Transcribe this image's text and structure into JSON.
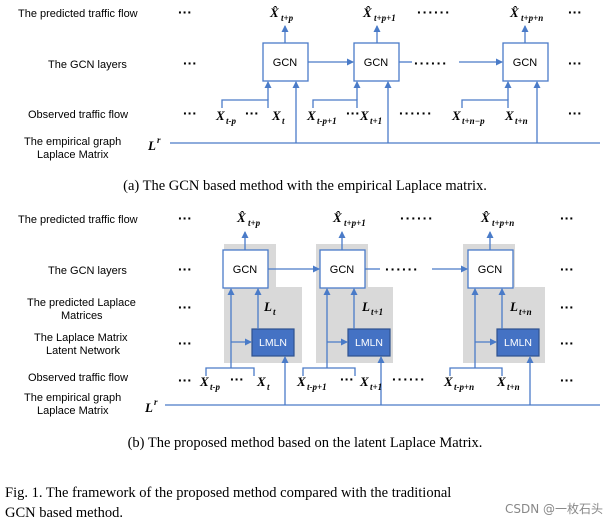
{
  "part_a": {
    "rows": {
      "predicted": "The predicted traffic flow",
      "gcn": "The GCN layers",
      "observed": "Observed traffic flow",
      "graph_line1": "The empirical graph",
      "graph_line2": "Laplace Matrix"
    },
    "outputs": [
      "t+p",
      "t+p+1",
      "t+p+n"
    ],
    "inputs": [
      {
        "a": "t-p",
        "b": "t"
      },
      {
        "a": "t-p+1",
        "b": "t+1"
      },
      {
        "a": "t+n−p",
        "b": "t+n"
      }
    ],
    "gcn_label": "GCN",
    "laplace_symbol": "L",
    "laplace_sup": "r",
    "caption": "(a)  The GCN based method with the empirical Laplace matrix."
  },
  "part_b": {
    "rows": {
      "predicted": "The predicted traffic flow",
      "gcn": "The GCN layers",
      "pred_lap_line1": "The predicted Laplace",
      "pred_lap_line2": "Matrices",
      "latent_line1": "The Laplace Matrix",
      "latent_line2": "Latent Network",
      "observed": "Observed traffic flow",
      "graph_line1": "The empirical graph",
      "graph_line2": "Laplace Matrix"
    },
    "outputs": [
      "t+p",
      "t+p+1",
      "t+p+n"
    ],
    "latent_subs": [
      "t",
      "t+1",
      "t+n"
    ],
    "inputs": [
      {
        "a": "t-p",
        "b": "t"
      },
      {
        "a": "t-p+1",
        "b": "t+1"
      },
      {
        "a": "t-p+n",
        "b": "t+n"
      }
    ],
    "gcn_label": "GCN",
    "lmln_label": "LMLN",
    "laplace_symbol": "L",
    "laplace_sup": "r",
    "caption": "(b)  The proposed method based on the latent Laplace Matrix."
  },
  "figure_caption": {
    "line1": "Fig. 1.   The framework of the proposed method compared with the traditional",
    "line2": "GCN based method."
  },
  "watermark": "CSDN @一枚石头",
  "symbols": {
    "x": "X",
    "xhat": "X̂",
    "ellipsis": "···",
    "long_ellipsis": "······"
  }
}
